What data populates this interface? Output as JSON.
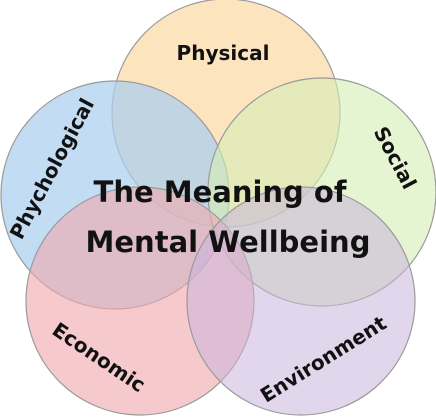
{
  "title_lines": [
    "The Meaning of",
    "Mental Wellbeing"
  ],
  "petals": [
    {
      "key": "physical",
      "label": "Physical",
      "color": "#fbd9a6"
    },
    {
      "key": "social",
      "label": "Social",
      "color": "#d5eeb5"
    },
    {
      "key": "environment",
      "label": "Environment",
      "color": "#c9b4dd"
    },
    {
      "key": "economic",
      "label": "Economic",
      "color": "#f1a9ae"
    },
    {
      "key": "psychological",
      "label": "Phychological",
      "color": "#a9cfee"
    }
  ]
}
